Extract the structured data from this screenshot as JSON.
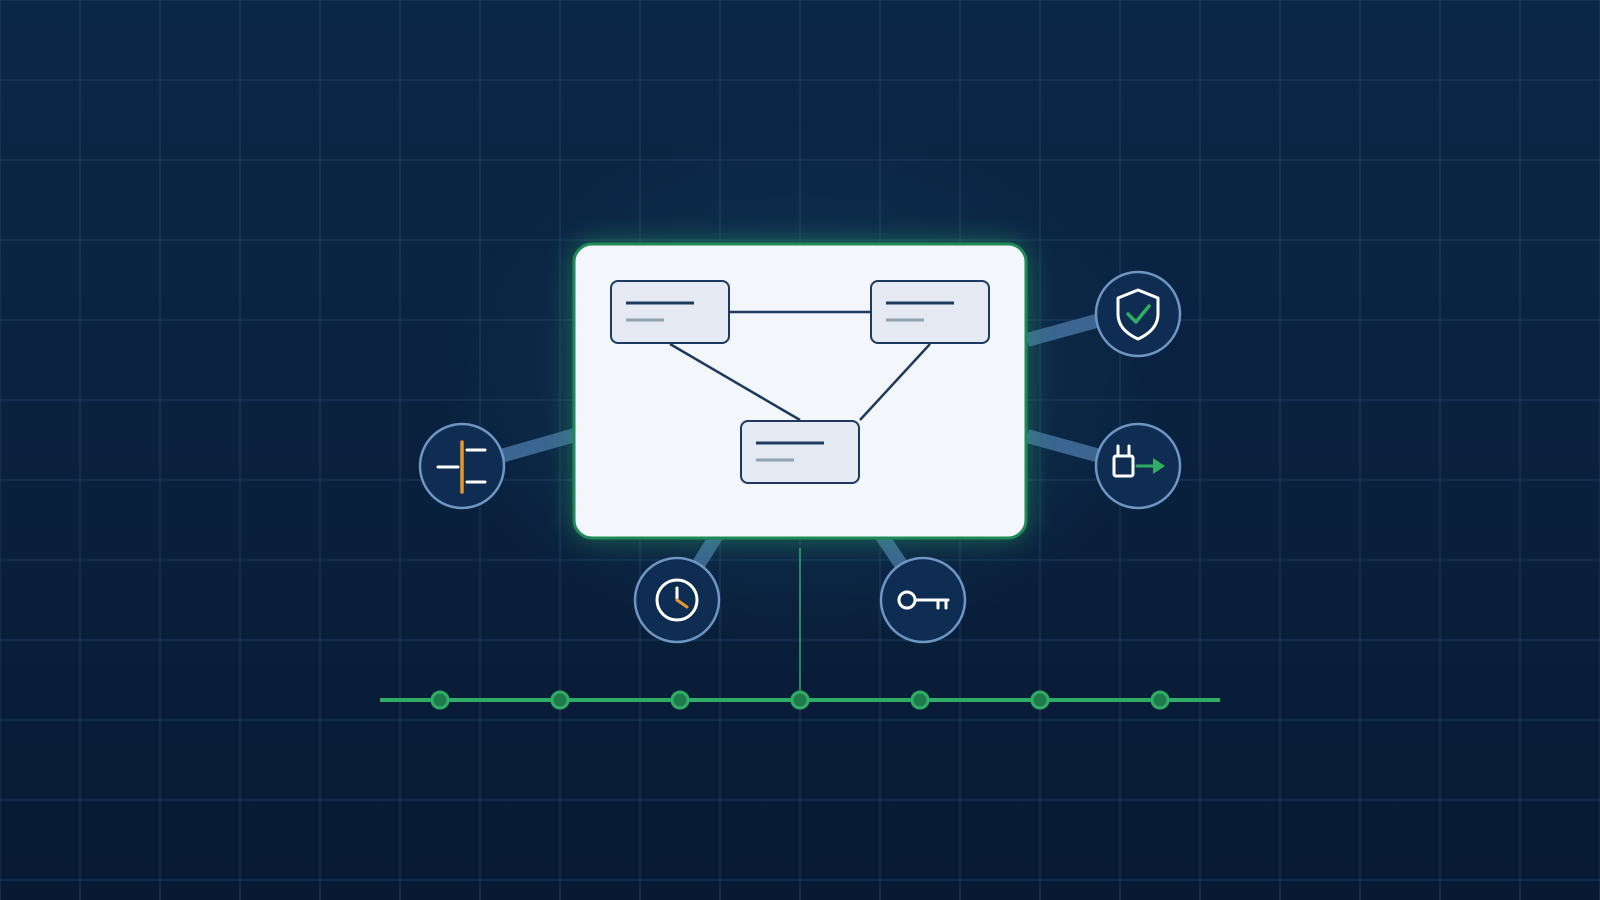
{
  "colors": {
    "background_top": "#0b2748",
    "background_bottom": "#081a33",
    "grid_line": "#1e3d62",
    "connector": "#3a6691",
    "accent_green": "#2fad64",
    "card_fill": "#f3f6fa",
    "card_border": "#1f8a57",
    "card_glow": "#2fad64",
    "node_fill": "#e5eaf2",
    "node_stroke": "#1d3a5e",
    "line_dark": "#1d3a5e",
    "line_muted": "#8fa3ad",
    "icon_fill": "#0f2c52",
    "icon_stroke": "#6f97c4",
    "icon_glyph": "#ffffff",
    "accent_orange": "#e39a2c"
  },
  "diagram": {
    "center_card": {
      "nodes": [
        {
          "id": "node-top-left"
        },
        {
          "id": "node-top-right"
        },
        {
          "id": "node-bottom"
        }
      ],
      "links": [
        {
          "from": "node-top-left",
          "to": "node-top-right"
        },
        {
          "from": "node-top-left",
          "to": "node-bottom"
        },
        {
          "from": "node-top-right",
          "to": "node-bottom"
        }
      ]
    },
    "satellites": [
      {
        "icon": "branch-icon",
        "position": "left"
      },
      {
        "icon": "clock-icon",
        "position": "bottom-left"
      },
      {
        "icon": "key-icon",
        "position": "bottom-right"
      },
      {
        "icon": "shield-check-icon",
        "position": "right-top"
      },
      {
        "icon": "plug-export-icon",
        "position": "right-bottom"
      }
    ],
    "timeline": {
      "point_count": 7,
      "connected_point": 4
    }
  }
}
